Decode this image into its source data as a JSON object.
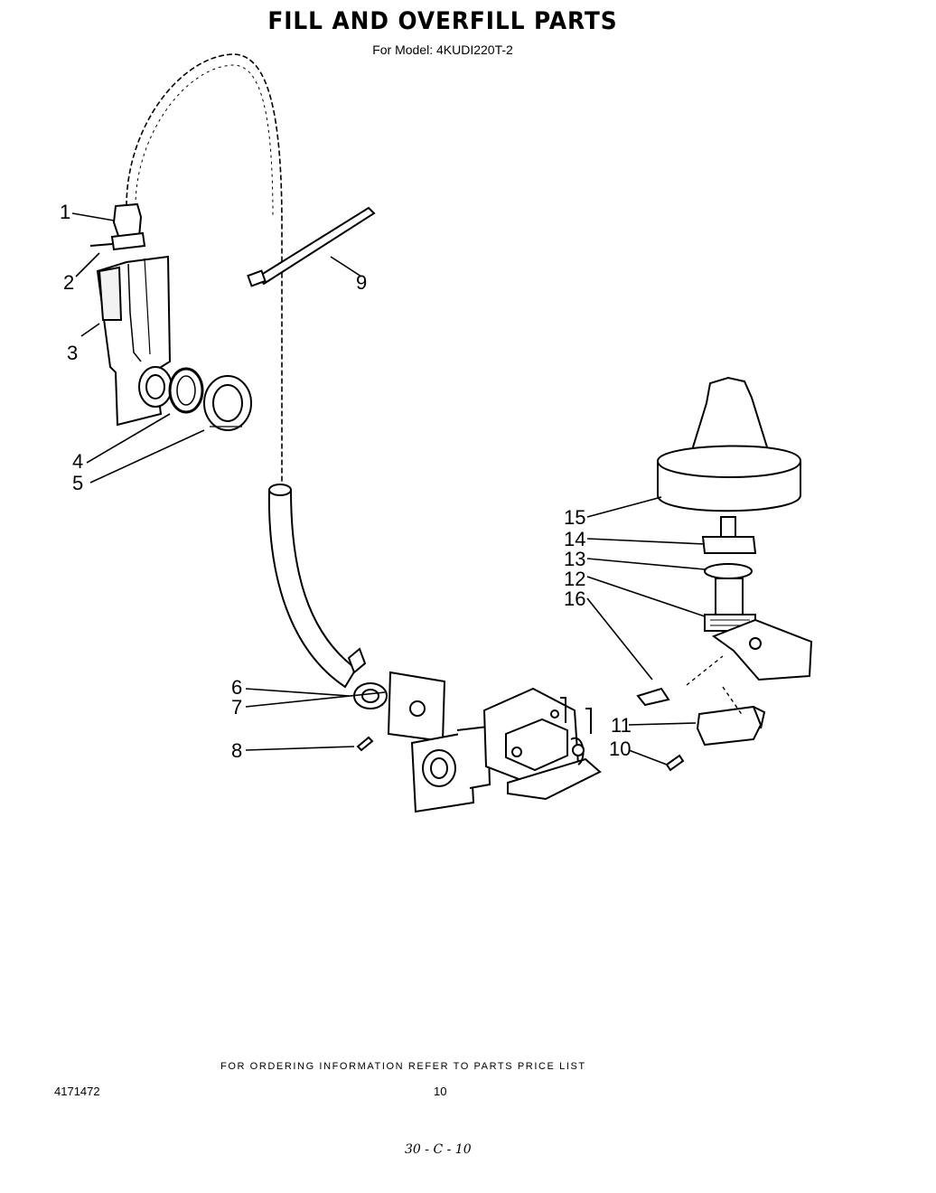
{
  "header": {
    "title": "FILL AND OVERFILL PARTS",
    "subtitle": "For Model: 4KUDI220T-2"
  },
  "callouts": [
    "1",
    "2",
    "3",
    "4",
    "5",
    "6",
    "7",
    "8",
    "9",
    "10",
    "11",
    "12",
    "13",
    "14",
    "15",
    "16"
  ],
  "footer": {
    "note": "FOR ORDERING INFORMATION REFER TO PARTS PRICE LIST",
    "doc_number": "4171472",
    "page_number": "10",
    "handwritten": "30 - C - 10"
  }
}
